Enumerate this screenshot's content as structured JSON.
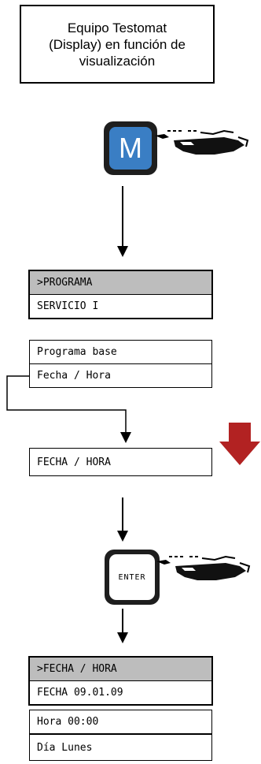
{
  "title_box": {
    "text": "Equipo Testomat\n(Display) en función de\nvisualización"
  },
  "key_m": {
    "label": "M",
    "color": "#3a7ec4"
  },
  "key_enter": {
    "label": "ENTER"
  },
  "menu1": {
    "rows": [
      ">PROGRAMA",
      "SERVICIO I",
      "Programa base",
      "Fecha / Hora"
    ]
  },
  "selected": {
    "label": "FECHA / HORA"
  },
  "menu2": {
    "rows": [
      ">FECHA / HORA",
      "FECHA 09.01.09",
      "Hora 00:00",
      "Día Lunes"
    ]
  },
  "icons": [
    "hand-pointing-icon",
    "red-down-arrow-icon"
  ],
  "colors": {
    "highlight": "#bdbdbd",
    "arrow_red": "#b22222"
  }
}
